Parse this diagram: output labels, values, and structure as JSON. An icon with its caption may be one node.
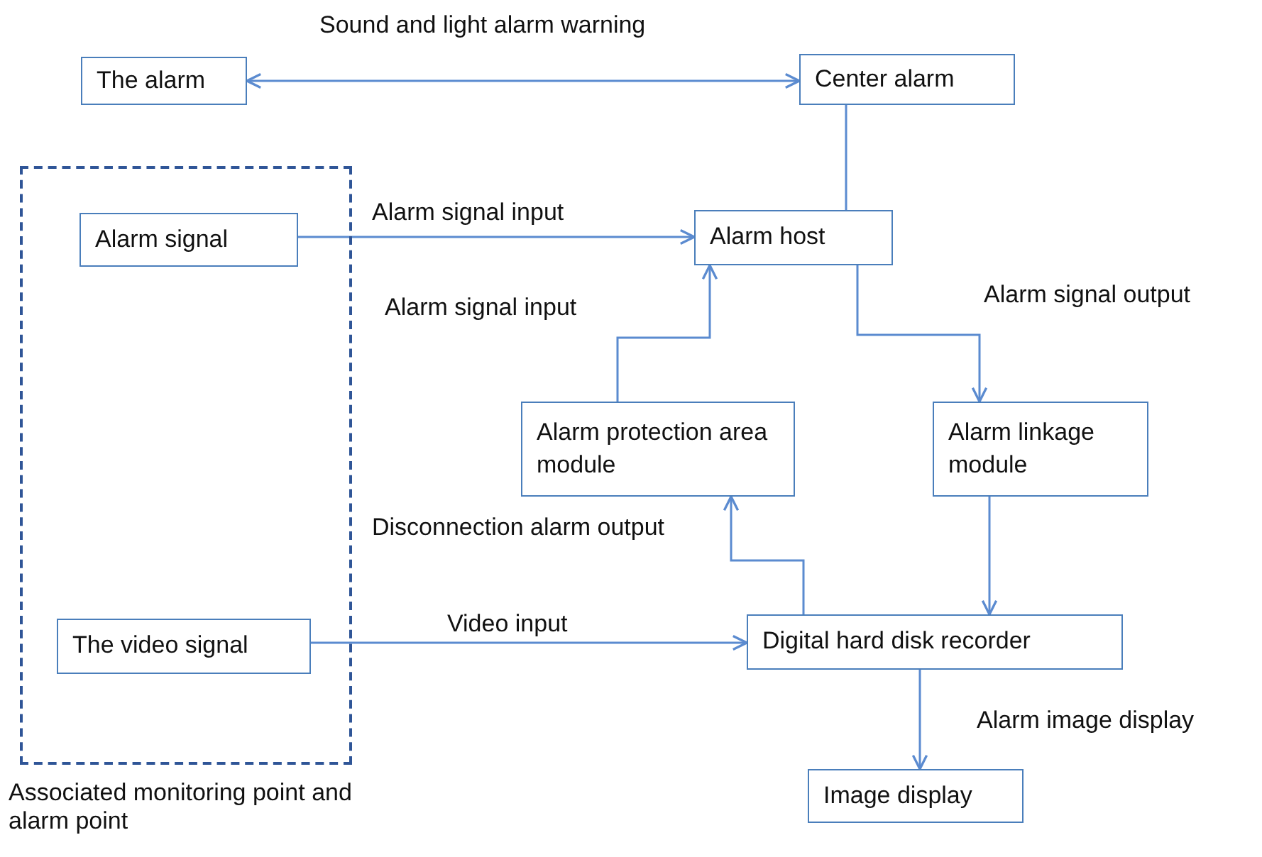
{
  "diagram": {
    "nodes": [
      {
        "text": [
          "The alarm"
        ]
      },
      {
        "text": [
          "Center alarm"
        ]
      },
      {
        "text": [],
        "shape": "box",
        "beside": [
          "Associated monitoring point and alarm point"
        ]
      },
      {
        "text": [
          "Alarm signal"
        ],
        "in": 2
      },
      {
        "text": [
          "The video signal"
        ],
        "in": 2
      },
      {
        "text": [
          "Alarm host"
        ]
      },
      {
        "text": [
          "Alarm protection area module"
        ]
      },
      {
        "text": [
          "Alarm linkage module"
        ]
      },
      {
        "text": [
          "Digital hard disk recorder"
        ]
      },
      {
        "text": [
          "Image display"
        ]
      }
    ],
    "edges": [
      {
        "from": 0,
        "to": 1,
        "arrow": "both",
        "label": "Sound and light alarm warning"
      },
      {
        "from": 1,
        "to": 5,
        "arrow": "none"
      },
      {
        "from": 3,
        "to": 5,
        "arrow": "to",
        "label": "Alarm signal input"
      },
      {
        "from": 6,
        "to": 5,
        "arrow": "to",
        "label": "Alarm signal input"
      },
      {
        "from": 5,
        "to": 7,
        "arrow": "to",
        "label": "Alarm signal output"
      },
      {
        "from": 7,
        "to": 8,
        "arrow": "to"
      },
      {
        "from": 8,
        "to": 6,
        "arrow": "to",
        "label": "Disconnection alarm output"
      },
      {
        "from": 4,
        "to": 8,
        "arrow": "to",
        "label": "Video input"
      },
      {
        "from": 8,
        "to": 9,
        "arrow": "to",
        "label": "Alarm image display"
      }
    ]
  }
}
